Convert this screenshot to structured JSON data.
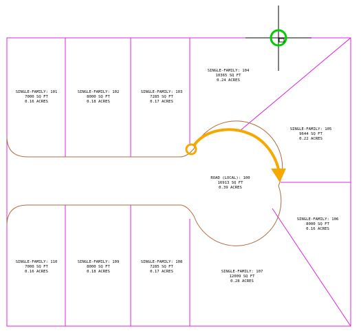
{
  "colors": {
    "background": "#ffffff",
    "lot_line": "#e020e0",
    "road_edge": "#b06a3c",
    "label_text": "#000000",
    "cursor": "#000000",
    "pickbox": "#00cc00",
    "arrow": "#f5a800"
  },
  "icons": {
    "cursor": "crosshair-icon",
    "snap": "pickbox-circle-icon",
    "gesture": "curved-arrow-icon"
  },
  "parcels": [
    {
      "id": "101",
      "name": "SINGLE-FAMILY: 101",
      "area": "7000 SQ FT",
      "acres": "0.16 ACRES"
    },
    {
      "id": "102",
      "name": "SINGLE-FAMILY: 102",
      "area": "8000 SQ FT",
      "acres": "0.18 ACRES"
    },
    {
      "id": "103",
      "name": "SINGLE-FAMILY: 103",
      "area": "7285 SQ FT",
      "acres": "0.17 ACRES"
    },
    {
      "id": "104",
      "name": "SINGLE-FAMILY: 104",
      "area": "10365 SQ FT",
      "acres": "0.24 ACRES"
    },
    {
      "id": "105",
      "name": "SINGLE-FAMILY: 105",
      "area": "9644 SQ FT",
      "acres": "0.22 ACRES"
    },
    {
      "id": "106",
      "name": "SINGLE-FAMILY: 106",
      "area": "8000 SQ FT",
      "acres": "0.16 ACRES"
    },
    {
      "id": "107",
      "name": "SINGLE-FAMILY: 107",
      "area": "12009 SQ FT",
      "acres": "0.28 ACRES"
    },
    {
      "id": "108",
      "name": "SINGLE-FAMILY: 108",
      "area": "7285 SQ FT",
      "acres": "0.17 ACRES"
    },
    {
      "id": "109",
      "name": "SINGLE-FAMILY: 109",
      "area": "8000 SQ FT",
      "acres": "0.18 ACRES"
    },
    {
      "id": "110",
      "name": "SINGLE-FAMILY: 110",
      "area": "7000 SQ FT",
      "acres": "0.16 ACRES"
    },
    {
      "id": "road",
      "name": "ROAD (LOCAL): 100",
      "area": "16913 SQ FT",
      "acres": "0.39 ACRES"
    }
  ]
}
